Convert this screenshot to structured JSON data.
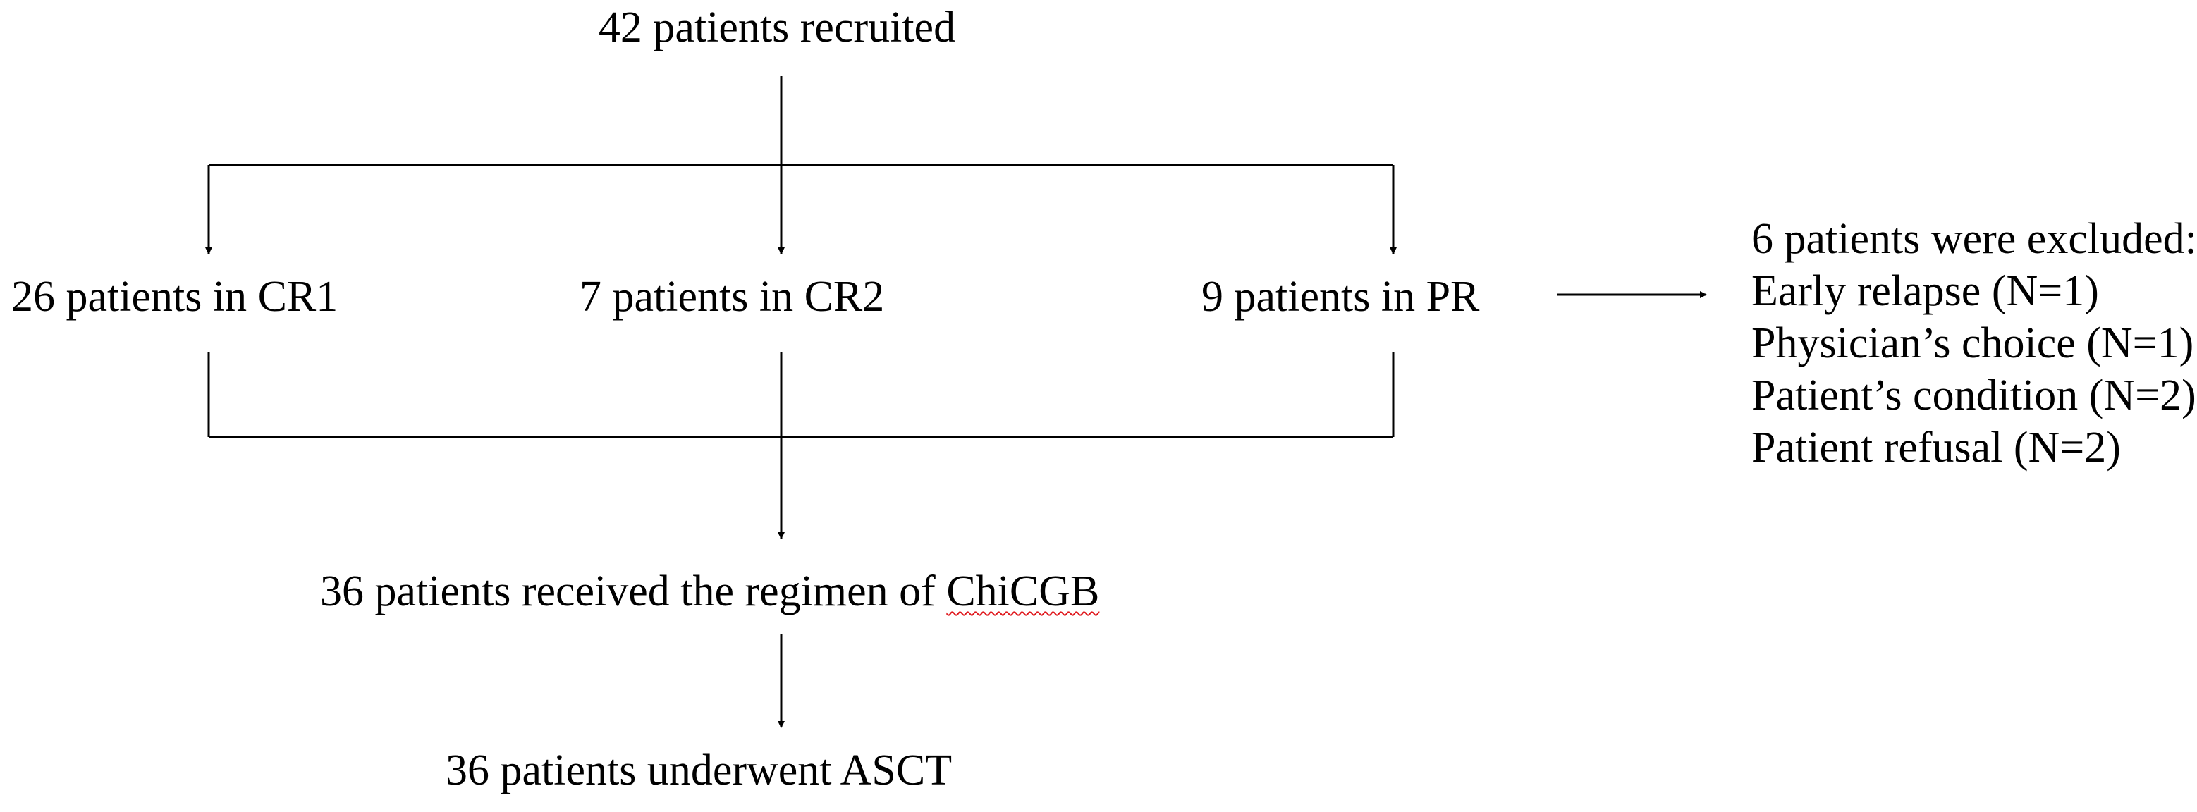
{
  "diagram": {
    "line_color": "#000000",
    "spellcheck_color": "#e0191e",
    "recruited": "42 patients recruited",
    "groups": {
      "cr1": "26 patients in CR1",
      "cr2": "7 patients in CR2",
      "pr": "9 patients in PR"
    },
    "exclusion": {
      "title": "6 patients were excluded:",
      "reasons": [
        "Early relapse (N=1)",
        "Physician’s choice (N=1)",
        "Patient’s condition (N=2)",
        "Patient refusal (N=2)"
      ]
    },
    "regimen": {
      "prefix": "36 patients received the regimen of ",
      "drug": "ChiCGB"
    },
    "asct": "36 patients underwent ASCT"
  }
}
